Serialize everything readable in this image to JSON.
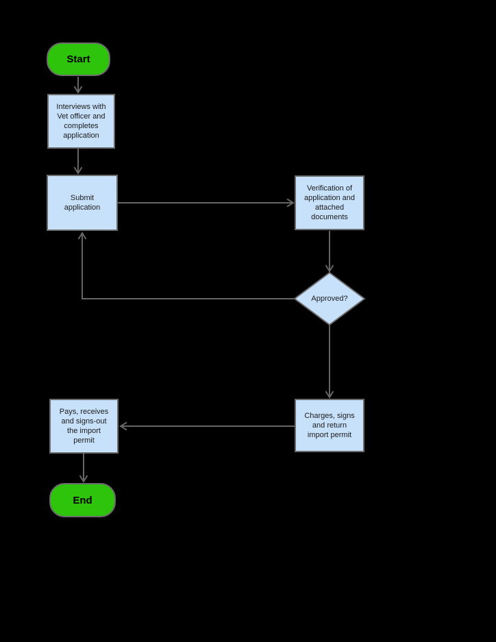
{
  "palette": {
    "background": "#000000",
    "terminal_fill": "#2EC40C",
    "process_fill": "#C8E1FA",
    "shape_border": "#6B6B6B",
    "connector": "#666666",
    "label_text": "#1A1A1A",
    "terminal_text": "#000000"
  },
  "flowchart": {
    "nodes": [
      {
        "id": "start",
        "type": "terminal",
        "label": "Start"
      },
      {
        "id": "interviews",
        "type": "process",
        "label": "Interviews with\nVet officer and\ncompletes\napplication"
      },
      {
        "id": "submit",
        "type": "process",
        "label": "Submit\napplication"
      },
      {
        "id": "verification",
        "type": "process",
        "label": "Verification of\napplication and\nattached\ndocuments"
      },
      {
        "id": "approved",
        "type": "decision",
        "label": "Approved?"
      },
      {
        "id": "charges",
        "type": "process",
        "label": "Charges, signs\nand return\nimport permit"
      },
      {
        "id": "pays",
        "type": "process",
        "label": "Pays, receives\nand signs-out\nthe import\npermit"
      },
      {
        "id": "end",
        "type": "terminal",
        "label": "End"
      }
    ],
    "edges": [
      {
        "from": "start",
        "to": "interviews"
      },
      {
        "from": "interviews",
        "to": "submit"
      },
      {
        "from": "submit",
        "to": "verification"
      },
      {
        "from": "verification",
        "to": "approved"
      },
      {
        "from": "approved",
        "to": "submit"
      },
      {
        "from": "approved",
        "to": "charges"
      },
      {
        "from": "charges",
        "to": "pays"
      },
      {
        "from": "pays",
        "to": "end"
      }
    ]
  }
}
